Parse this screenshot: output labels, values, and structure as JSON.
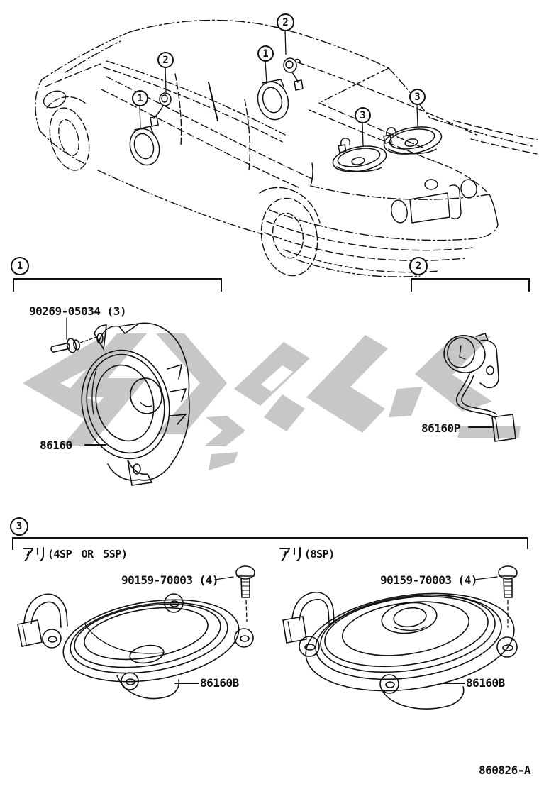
{
  "colors": {
    "background": "#ffffff",
    "line": "#111111",
    "watermark": "#c7c7c7"
  },
  "callouts": {
    "front_door_speaker": "1",
    "tweeter": "2",
    "rear_deck_speaker": "3"
  },
  "sections": {
    "one": {
      "marker": "1",
      "screw_label": "90269-05034 (3)",
      "part_label": "86160"
    },
    "two": {
      "marker": "2",
      "part_label": "86160P"
    },
    "three": {
      "marker": "3",
      "note_left": {
        "kana": "アリ",
        "latin": "(4SP OR 5SP)"
      },
      "note_right": {
        "kana": "アリ",
        "latin": "(8SP)"
      },
      "left": {
        "screw_label": "90159-70003 (4)",
        "part_label": "86160B"
      },
      "right": {
        "screw_label": "90159-70003 (4)",
        "part_label": "86160B"
      }
    }
  },
  "footer": {
    "figure_code": "860826-A"
  }
}
